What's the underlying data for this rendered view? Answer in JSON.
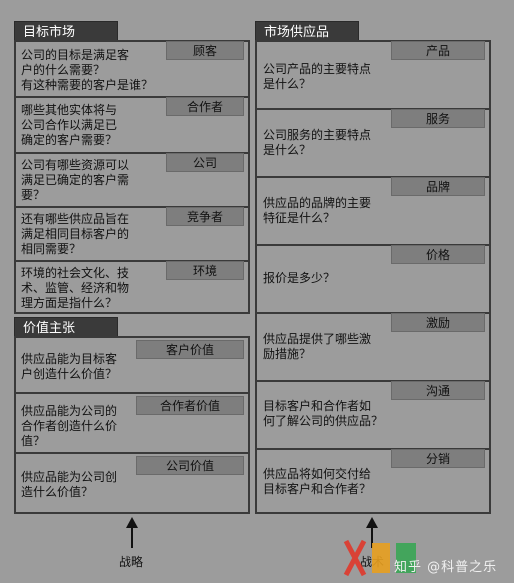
{
  "left": {
    "market_header": "目标市场",
    "market_rows": [
      {
        "tag": "顾客",
        "q": "公司的目标是满足客\n户的什么需要？\n有这种需要的客户是谁？"
      },
      {
        "tag": "合作者",
        "q": "哪些其他实体将与\n公司合作以满足已\n确定的客户需要？"
      },
      {
        "tag": "公司",
        "q": "公司有哪些资源可以\n满足已确定的客户需\n要？"
      },
      {
        "tag": "竞争者",
        "q": "还有哪些供应品旨在\n满足相同目标客户的\n相同需要？"
      },
      {
        "tag": "环境",
        "q": "环境的社会文化、技\n术、监管、经济和物\n理方面是指什么？"
      }
    ],
    "value_header": "价值主张",
    "value_rows": [
      {
        "tag": "客户价值",
        "q": "供应品能为目标客\n户创造什么价值？"
      },
      {
        "tag": "合作者价值",
        "q": "供应品能为公司的\n合作者创造什么价\n值？"
      },
      {
        "tag": "公司价值",
        "q": "供应品能为公司创\n造什么价值？"
      }
    ]
  },
  "right": {
    "header": "市场供应品",
    "rows": [
      {
        "tag": "产品",
        "q": "公司产品的主要特点\n是什么？"
      },
      {
        "tag": "服务",
        "q": "公司服务的主要特点\n是什么？"
      },
      {
        "tag": "品牌",
        "q": "供应品的品牌的主要\n特征是什么？"
      },
      {
        "tag": "价格",
        "q": "报价是多少？"
      },
      {
        "tag": "激励",
        "q": "供应品提供了哪些激\n励措施？"
      },
      {
        "tag": "沟通",
        "q": "目标客户和合作者如\n何了解公司的供应品？"
      },
      {
        "tag": "分销",
        "q": "供应品将如何交付给\n目标客户和合作者？"
      }
    ]
  },
  "captions": {
    "left": "战略",
    "right": "战术"
  },
  "watermark": "知乎 @科普之乐",
  "colors": {
    "background": "#9c9c9c",
    "header": "#3a3a3a",
    "tag": "#7e7e7e",
    "logo_red": "#e0392b",
    "logo_orange": "#e8a020",
    "logo_green": "#3aa655"
  }
}
